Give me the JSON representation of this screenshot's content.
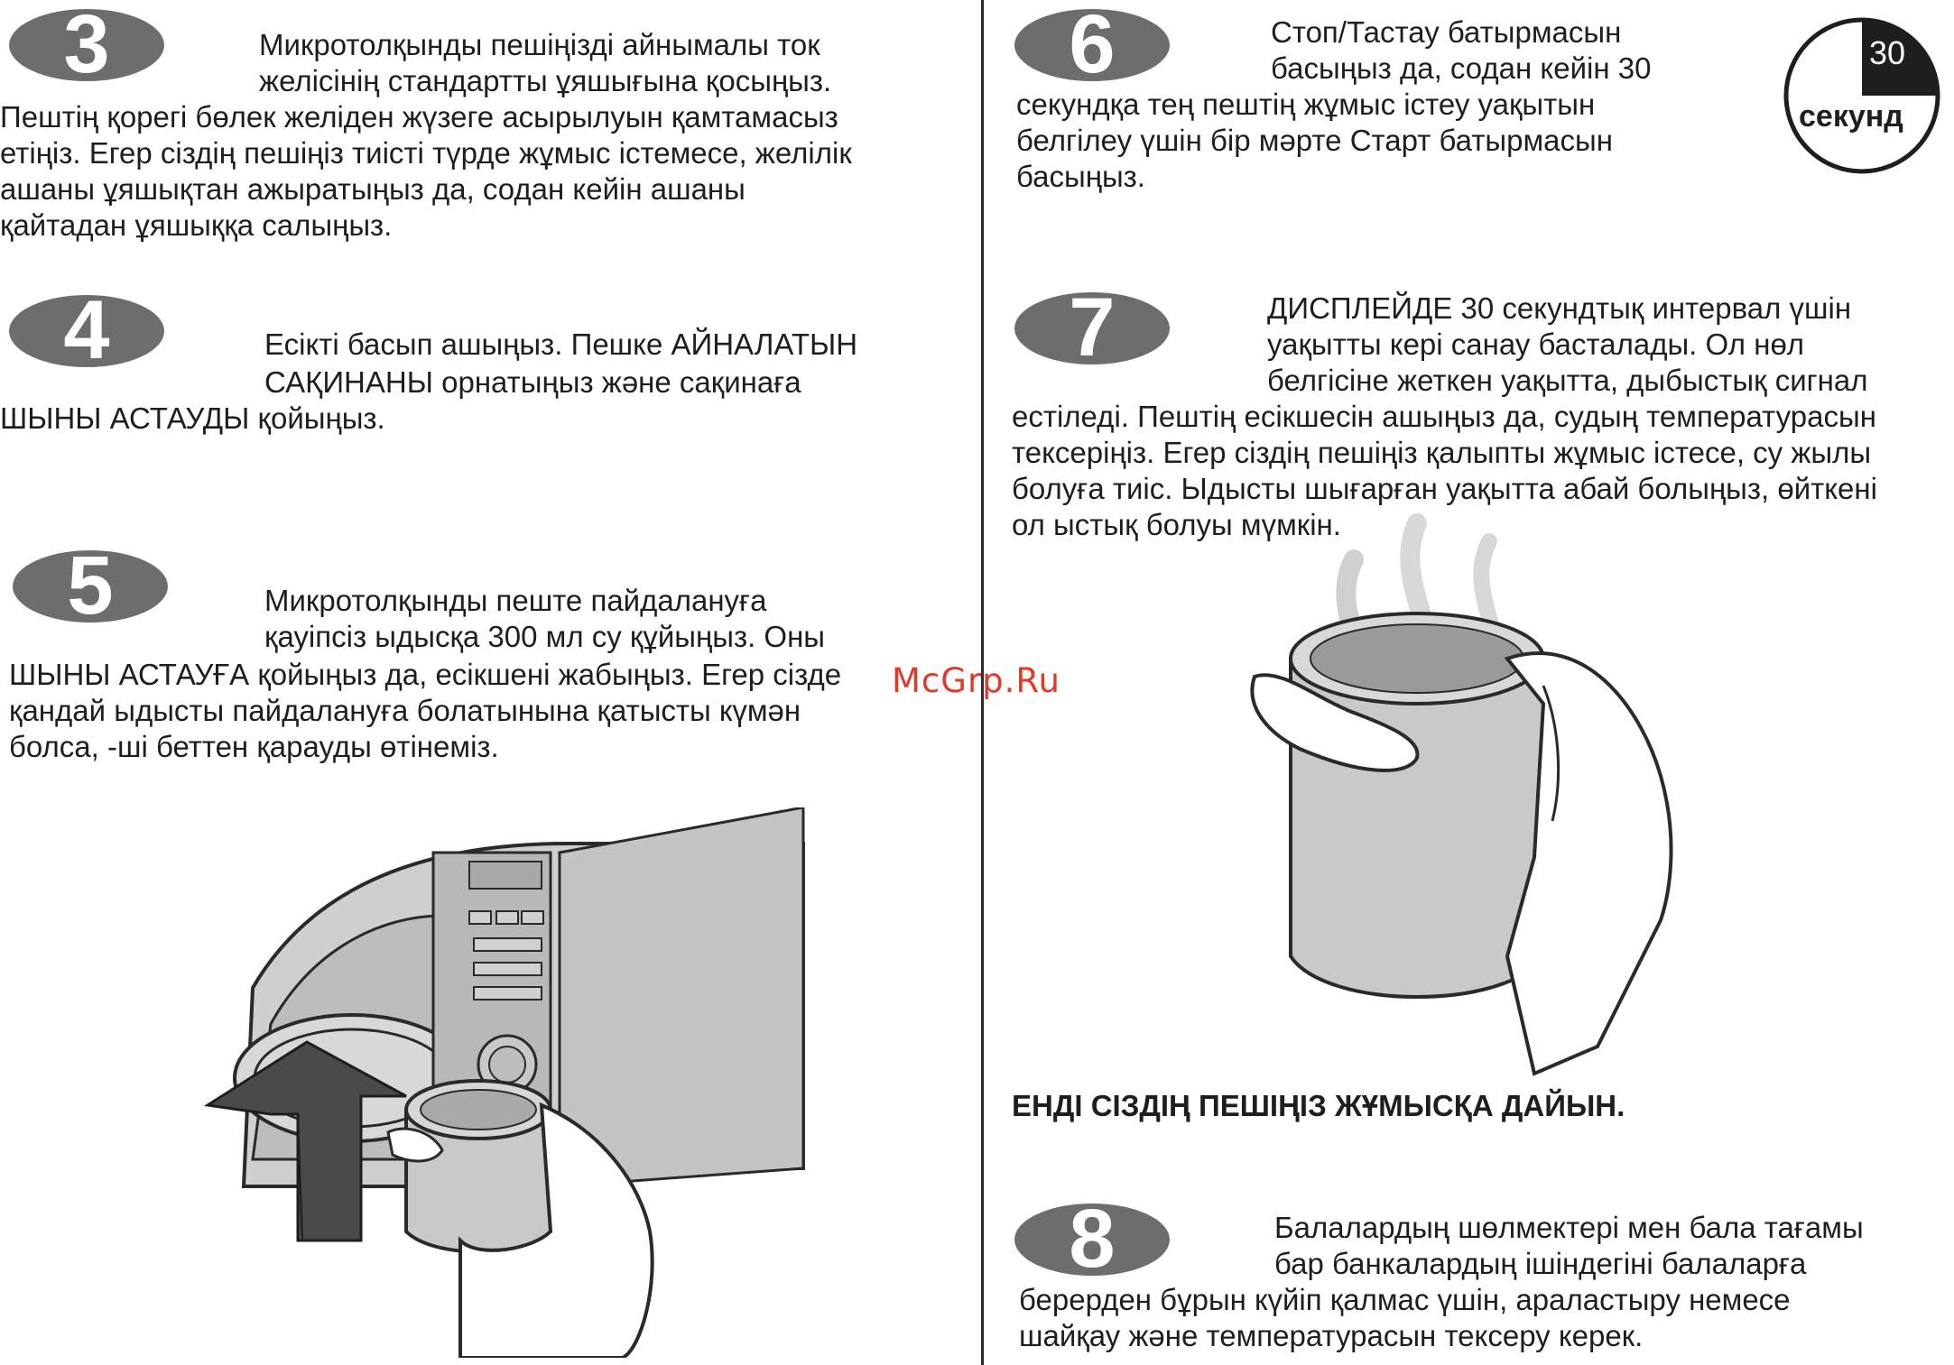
{
  "colors": {
    "badge": "#6d6d6d",
    "text": "#1e1e1e",
    "watermark": "#e03a2a",
    "divider": "#2a2a2a"
  },
  "step3": {
    "badge": "3",
    "lines": [
      "Микротолқынды пешіңізді айнымалы ток",
      "желісінің стандартты ұяшығына қосыңыз.",
      "Пештің қорегі бөлек желіден жүзеге асырылуын қамтамасыз",
      "етіңіз. Егер сіздің пешіңіз тиісті түрде жұмыс істемесе, желілік",
      "ашаны ұяшықтан ажыратыңыз да, содан кейін ашаны",
      "қайтадан ұяшыққа салыңыз."
    ]
  },
  "step4": {
    "badge": "4",
    "lines": [
      "Есікті басып ашыңыз. Пешке АЙНАЛАТЫН",
      "САҚИНАНЫ орнатыңыз және сақинаға",
      "ШЫНЫ АСТАУДЫ қойыңыз."
    ]
  },
  "step5": {
    "badge": "5",
    "lines": [
      "Микротолқынды пеште пайдалануға",
      "қауіпсіз ыдысқа 300 мл су құйыңыз. Оны",
      "ШЫНЫ АСТАУҒА қойыңыз да, есікшені жабыңыз. Егер сізде",
      "қандай ыдысты пайдалануға болатынына қатысты күмән",
      "болса,      -ші беттен қарауды өтінеміз."
    ]
  },
  "step6": {
    "badge": "6",
    "lines": [
      "Стоп/Тастау батырмасын",
      "басыңыз да, содан кейін 30",
      "секундқа тең пештің жұмыс істеу уақытын",
      "белгілеу үшін бір мәрте Старт батырмасын",
      "басыңыз."
    ],
    "timer_value": "30",
    "timer_label": "секунд",
    "timer_level": 0.25
  },
  "step7": {
    "badge": "7",
    "lines": [
      "ДИСПЛЕЙДЕ 30 секундтық интервал үшін",
      "уақытты кері санау басталады. Ол нөл",
      "белгісіне жеткен уақытта, дыбыстық сигнал",
      "естіледі. Пештің есікшесін ашыңыз да, судың температурасын",
      "тексеріңіз. Егер сіздің пешіңіз қалыпты жұмыс істесе, су жылы",
      "болуға тиіс. Ыдысты шығарған уақытта абай болыңыз, өйткені",
      "ол ыстық болуы мүмкін."
    ]
  },
  "ready": "ЕНДІ СІЗДІҢ ПЕШІҢІЗ ЖҰМЫСҚА ДАЙЫН.",
  "step8": {
    "badge": "8",
    "lines": [
      "Балалардың шөлмектері мен бала тағамы",
      "бар банкалардың ішіндегіні балаларға",
      "берерден бұрын күйіп қалмас үшін, араластыру немесе",
      "шайқау және температурасын тексеру керек."
    ]
  },
  "watermark": "McGrp.Ru"
}
